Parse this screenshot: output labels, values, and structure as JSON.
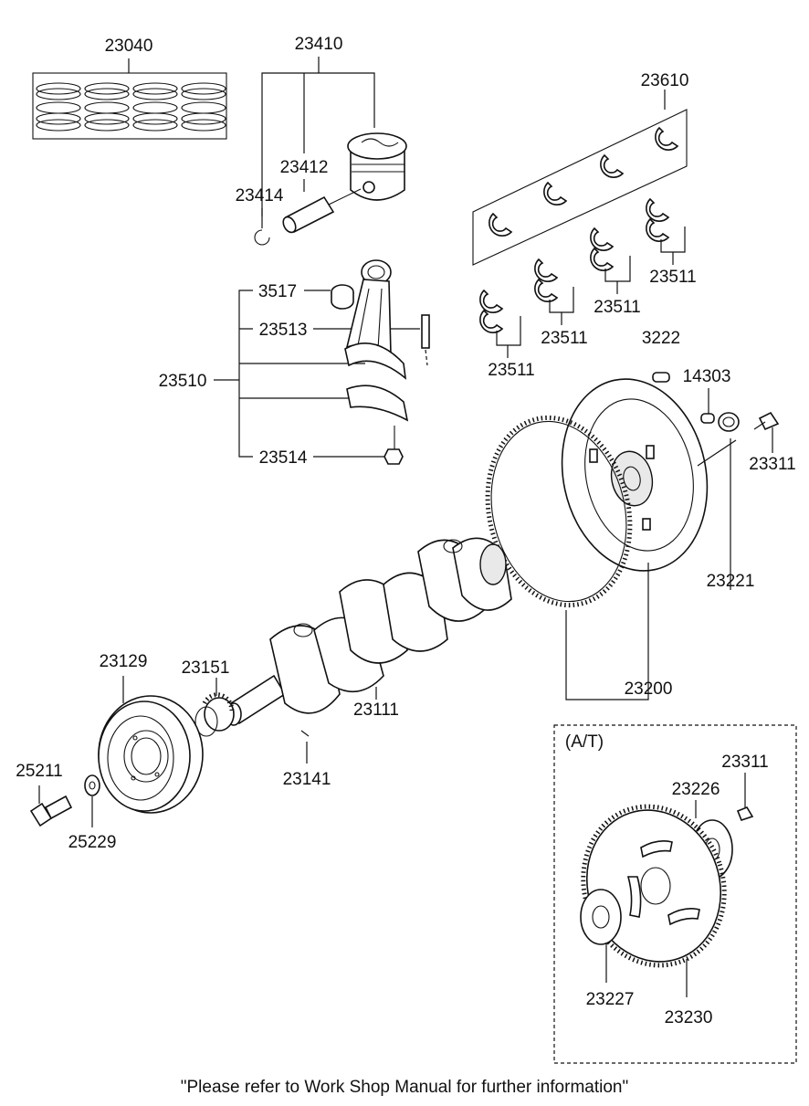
{
  "parts": {
    "p23040": "23040",
    "p23410": "23410",
    "p23412": "23412",
    "p23414": "23414",
    "p23610": "23610",
    "p3517": "3517",
    "p23513": "23513",
    "p23510": "23510",
    "p23514": "23514",
    "p23511a": "23511",
    "p23511b": "23511",
    "p23511c": "23511",
    "p23511d": "23511",
    "p3222": "3222",
    "p14303": "14303",
    "p23311a": "23311",
    "p23221": "23221",
    "p23200": "23200",
    "p23129": "23129",
    "p23151": "23151",
    "p23111": "23111",
    "p23141": "23141",
    "p25211": "25211",
    "p25229": "25229",
    "p23311b": "23311",
    "p23226": "23226",
    "p23227": "23227",
    "p23230": "23230"
  },
  "at_label": "(A/T)",
  "footer_note": "\"Please refer to Work Shop Manual for further information\""
}
